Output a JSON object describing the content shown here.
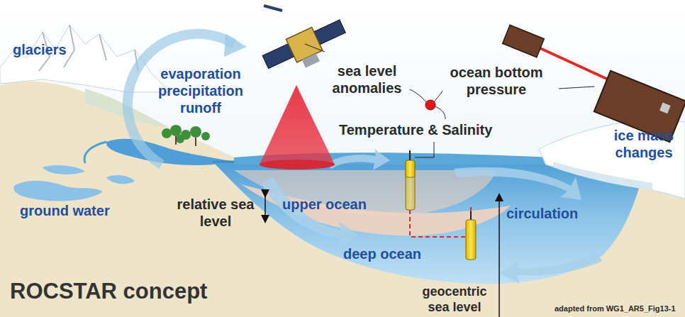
{
  "diagram": {
    "title": "ROCSTAR concept",
    "labels": [
      "glaciers",
      "evaporation precipitation runoff",
      "sea level anomalies",
      "ocean bottom pressure",
      "Temperature & Salinity",
      "ice mass changes",
      "ground water",
      "relative sea level",
      "upper ocean",
      "circulation",
      "deep ocean",
      "geocentric sea level",
      "adapted from WG1_AR5_Fig13-1"
    ]
  }
}
